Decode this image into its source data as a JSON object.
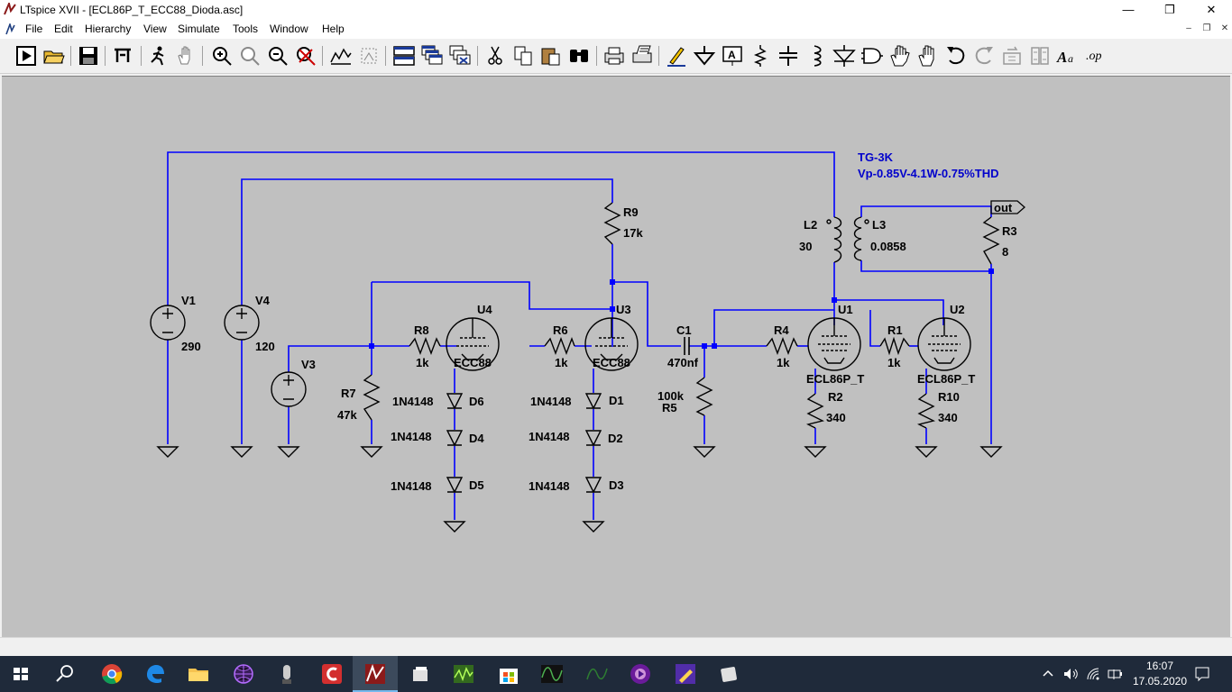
{
  "window": {
    "title": "LTspice XVII - [ECL86P_T_ECC88_Dioda.asc]"
  },
  "menu": [
    "File",
    "Edit",
    "Hierarchy",
    "View",
    "Simulate",
    "Tools",
    "Window",
    "Help"
  ],
  "toolbar_icons": [
    "run-icon",
    "open-icon",
    "save-icon",
    "control-panel-icon",
    "halt-icon",
    "pan-icon",
    "zoom-in-icon",
    "zoom-area-icon",
    "zoom-out-icon",
    "zoom-cancel-icon",
    "autorange-icon",
    "fit-icon",
    "tile-icon",
    "cascade-icon",
    "close-all-icon",
    "cut-icon",
    "copy-icon",
    "paste-icon",
    "find-icon",
    "print-icon",
    "print-setup-icon",
    "draw-wire-icon",
    "ground-icon",
    "label-net-icon",
    "resistor-icon",
    "capacitor-icon",
    "inductor-icon",
    "diode-icon",
    "component-icon",
    "move-icon",
    "drag-icon",
    "undo-icon",
    "redo-icon",
    "rotate-icon",
    "mirror-icon",
    "text-icon",
    "spice-directive-icon"
  ],
  "schematic": {
    "annotation": [
      "TG-3K",
      "Vp-0.85V-4.1W-0.75%THD"
    ],
    "sources": {
      "V1": {
        "name": "V1",
        "value": "290"
      },
      "V4": {
        "name": "V4",
        "value": "120"
      },
      "V3": {
        "name": "V3"
      }
    },
    "resistors": {
      "R9": {
        "name": "R9",
        "value": "17k"
      },
      "R8": {
        "name": "R8",
        "value": "1k"
      },
      "R6": {
        "name": "R6",
        "value": "1k"
      },
      "R7": {
        "name": "R7",
        "value": "47k"
      },
      "R5": {
        "name": "R5",
        "value": "100k"
      },
      "R4": {
        "name": "R4",
        "value": "1k"
      },
      "R1": {
        "name": "R1",
        "value": "1k"
      },
      "R2": {
        "name": "R2",
        "value": "340"
      },
      "R10": {
        "name": "R10",
        "value": "340"
      },
      "R3": {
        "name": "R3",
        "value": "8"
      }
    },
    "capacitor": {
      "name": "C1",
      "value": "470nf"
    },
    "inductors": {
      "L2": {
        "name": "L2",
        "value": "30"
      },
      "L3": {
        "name": "L3",
        "value": "0.0858"
      }
    },
    "tubes": {
      "U4": {
        "name": "U4",
        "model": "ECC88"
      },
      "U3": {
        "name": "U3",
        "model": "ECC88"
      },
      "U1": {
        "name": "U1",
        "model": "ECL86P_T"
      },
      "U2": {
        "name": "U2",
        "model": "ECL86P_T"
      }
    },
    "diodes": {
      "D6": {
        "name": "D6",
        "model": "1N4148"
      },
      "D4": {
        "name": "D4",
        "model": "1N4148"
      },
      "D5": {
        "name": "D5",
        "model": "1N4148"
      },
      "D1": {
        "name": "D1",
        "model": "1N4148"
      },
      "D2": {
        "name": "D2",
        "model": "1N4148"
      },
      "D3": {
        "name": "D3",
        "model": "1N4148"
      }
    },
    "output_label": "out"
  },
  "taskbar": {
    "apps": [
      "start-icon",
      "search-icon",
      "chrome-icon",
      "edge-icon",
      "file-explorer-icon",
      "browser-icon",
      "tube-app-icon",
      "ccleaner-icon",
      "ltspice-icon",
      "files-icon",
      "scope-icon",
      "store-icon",
      "analyzer-icon",
      "wave-icon",
      "audio-icon",
      "pencil-app-icon",
      "media-icon"
    ],
    "time": "16:07",
    "date": "17.05.2020"
  },
  "colors": {
    "wire": "#0000ff",
    "canvas": "#c0c0c0",
    "annotation": "#0000cc",
    "taskbar": "#1f2a3a"
  }
}
